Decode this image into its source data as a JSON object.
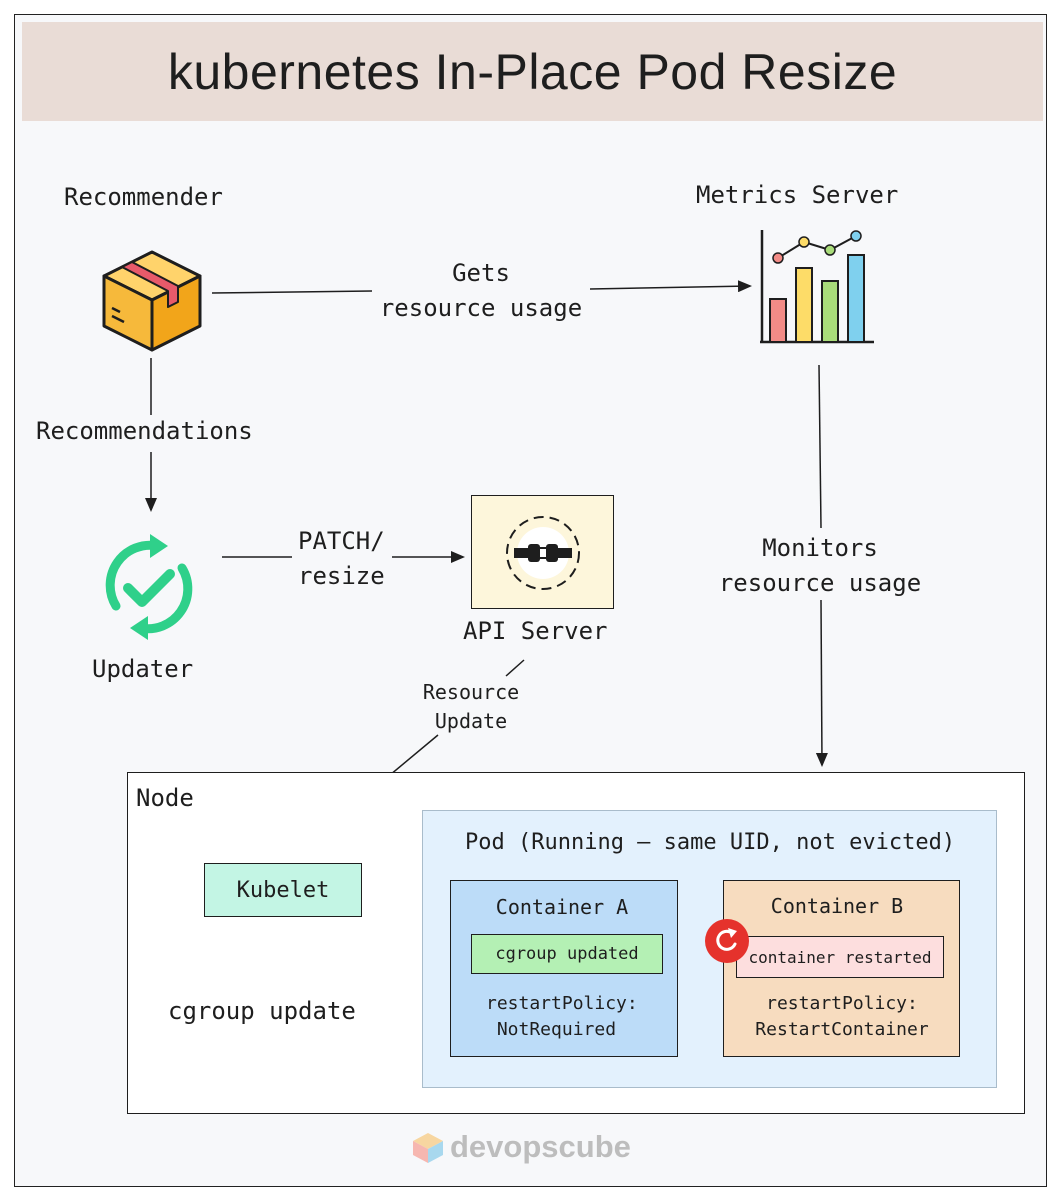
{
  "title": "kubernetes In-Place Pod Resize",
  "components": {
    "recommender": "Recommender",
    "metrics_server": "Metrics Server",
    "updater": "Updater",
    "api_server": "API Server",
    "kubelet": "Kubelet"
  },
  "edges": {
    "gets_resource_usage": "Gets\nresource usage",
    "recommendations": "Recommendations",
    "patch_resize": "PATCH/\nresize",
    "monitors_resource_usage": "Monitors\nresource usage",
    "resource_update": "Resource\nUpdate",
    "cgroup_update": "cgroup update"
  },
  "node": {
    "label": "Node",
    "pod_label": "Pod (Running – same UID, not evicted)",
    "container_a": {
      "title": "Container A",
      "status": "cgroup updated",
      "policy": "restartPolicy:\n NotRequired"
    },
    "container_b": {
      "title": "Container B",
      "status": "container restarted",
      "policy": "restartPolicy:\nRestartContainer"
    }
  },
  "brand": "devopscube",
  "colors": {
    "title_bg": "#e9dcd6",
    "api_bg": "#fdf6db",
    "kubelet_bg": "#c3f5e4",
    "pod_bg": "#e3f1fd",
    "container_a_bg": "#bcdcf8",
    "container_b_bg": "#f7dcbf",
    "cgroup_updated_bg": "#b4f0b4",
    "container_restarted_bg": "#fddede",
    "updater_green": "#2fd08a",
    "restart_red": "#e5322c"
  }
}
